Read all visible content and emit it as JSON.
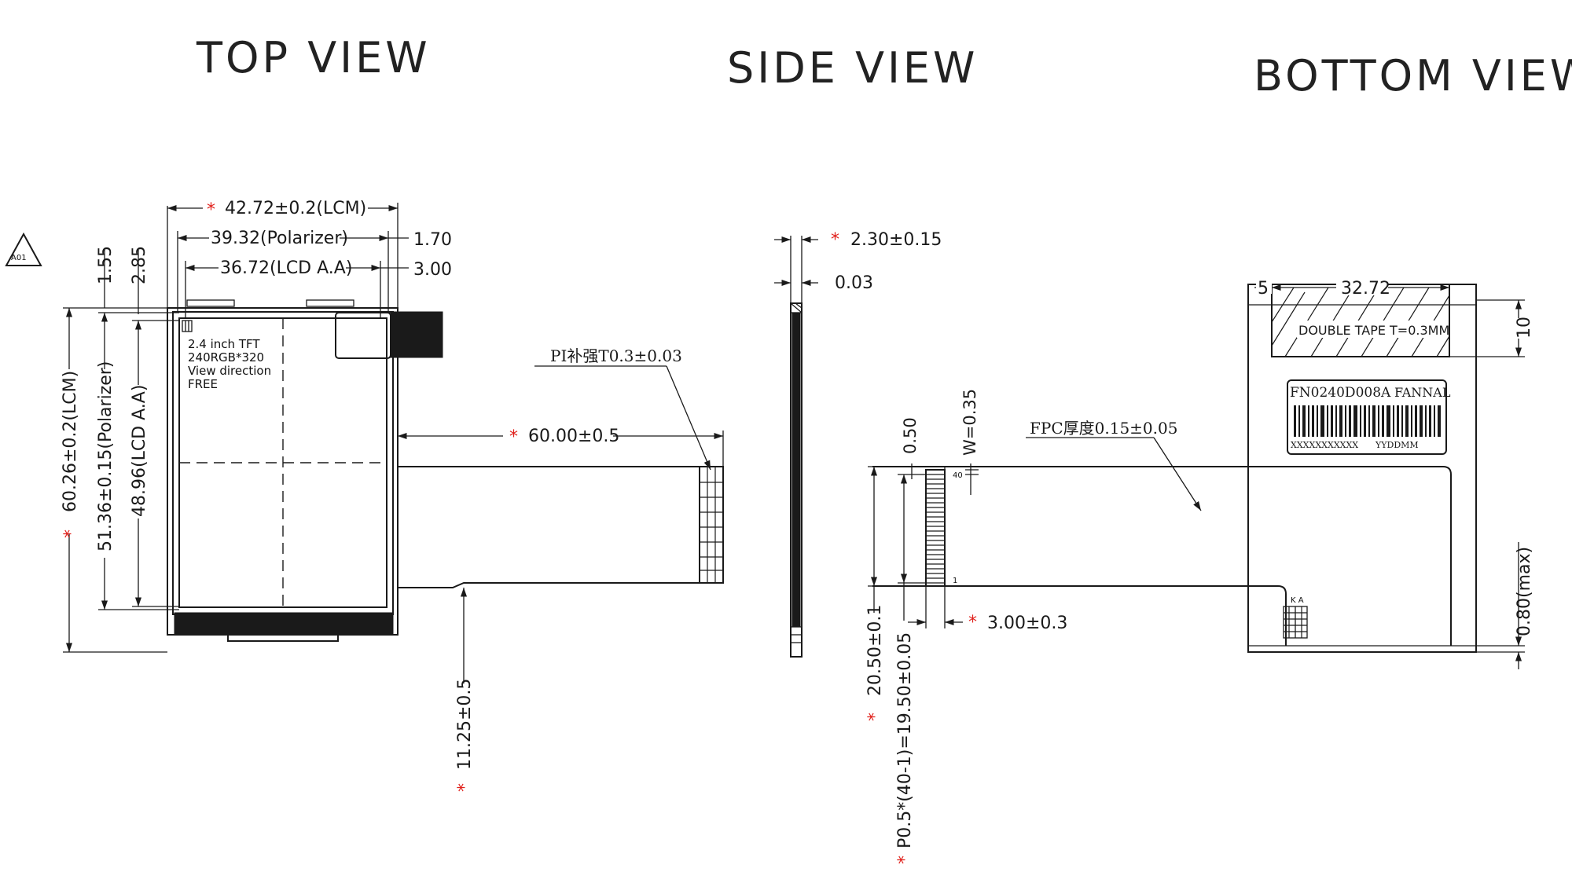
{
  "views": {
    "top": "TOP  VIEW",
    "side": "SIDE  VIEW",
    "bottom": "BOTTOM  VIEW"
  },
  "revision": "A01",
  "colors": {
    "line": "#1a1a1a",
    "critical_mark": "#e0201b"
  },
  "top_view": {
    "width_lcm": "42.72±0.2(LCM)",
    "width_polarizer": "39.32(Polarizer)",
    "width_aa": "36.72(LCD A.A)",
    "offset_polarizer": "1.70",
    "offset_aa": "3.00",
    "height_lcm": "60.26±0.2(LCM)",
    "height_polarizer": "51.36±0.15(Polarizer)",
    "height_aa": "48.96(LCD A.A)",
    "top_offset_1": "1.55",
    "top_offset_2": "2.85",
    "note_line1": "2.4  inch  TFT",
    "note_line2": "240RGB*320",
    "note_line3": "View  direction",
    "note_line4": "FREE",
    "fpc_length": "60.00±0.5",
    "fpc_offset": "11.25±0.5",
    "stiffener": "PI补强T0.3±0.03"
  },
  "side_view": {
    "thickness": "2.30±0.15",
    "film": "0.03"
  },
  "fpc_detail": {
    "gap": "0.50",
    "pin_width": "W=0.35",
    "fpc_thickness": "FPC厚度0.15±0.05",
    "pad_length": "3.00±0.3",
    "span_outer": "20.50±0.1",
    "pitch": "P0.5*(40-1)=19.50±0.05",
    "pin_one": "1",
    "pin_last": "40"
  },
  "bottom_view": {
    "tape_offset": "5",
    "tape_width": "32.72",
    "tape_label": "DOUBLE  TAPE  T=0.3MM",
    "tape_height": "10",
    "part_number": "FN0240D008A",
    "brand": "FANNAL",
    "serial": "XXXXXXXXXXX",
    "date_code": "YYDDMM",
    "ka_label": "K A",
    "max_thickness": "0.80(max)"
  },
  "critical_marker": "*"
}
